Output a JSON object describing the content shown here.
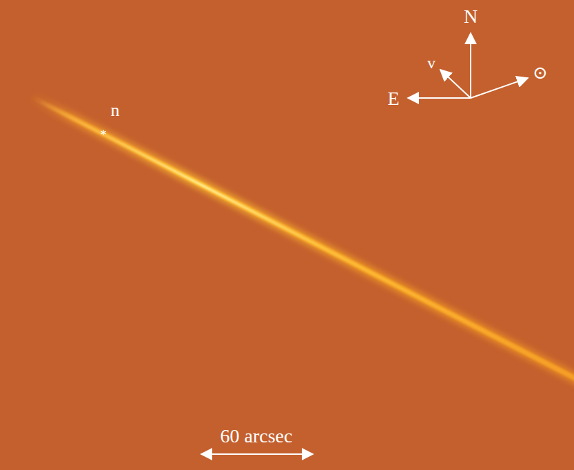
{
  "diagram": {
    "labels": [
      "n",
      "N",
      "E",
      "v",
      "⊙",
      "60 arcsec"
    ]
  }
}
